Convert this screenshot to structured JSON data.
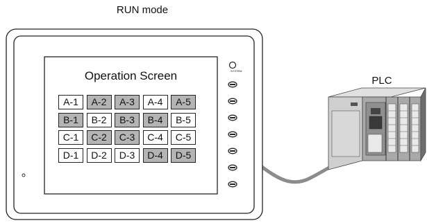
{
  "mode_caption": "RUN mode",
  "screen": {
    "title": "Operation Screen",
    "side_button_count": 7,
    "side_label": "SYSTEM",
    "grid": [
      [
        {
          "label": "A-1",
          "on": false
        },
        {
          "label": "A-2",
          "on": true
        },
        {
          "label": "A-3",
          "on": true
        },
        {
          "label": "A-4",
          "on": false
        },
        {
          "label": "A-5",
          "on": true
        }
      ],
      [
        {
          "label": "B-1",
          "on": true
        },
        {
          "label": "B-2",
          "on": false
        },
        {
          "label": "B-3",
          "on": true
        },
        {
          "label": "B-4",
          "on": true
        },
        {
          "label": "B-5",
          "on": false
        }
      ],
      [
        {
          "label": "C-1",
          "on": false
        },
        {
          "label": "C-2",
          "on": true
        },
        {
          "label": "C-3",
          "on": true
        },
        {
          "label": "C-4",
          "on": false
        },
        {
          "label": "C-5",
          "on": false
        }
      ],
      [
        {
          "label": "D-1",
          "on": false
        },
        {
          "label": "D-2",
          "on": false
        },
        {
          "label": "D-3",
          "on": false
        },
        {
          "label": "D-4",
          "on": true
        },
        {
          "label": "D-5",
          "on": true
        }
      ]
    ]
  },
  "plc": {
    "label": "PLC"
  },
  "colors": {
    "on": "#b4b4b4",
    "off": "#ffffff",
    "cable": "#8c8c8c"
  }
}
